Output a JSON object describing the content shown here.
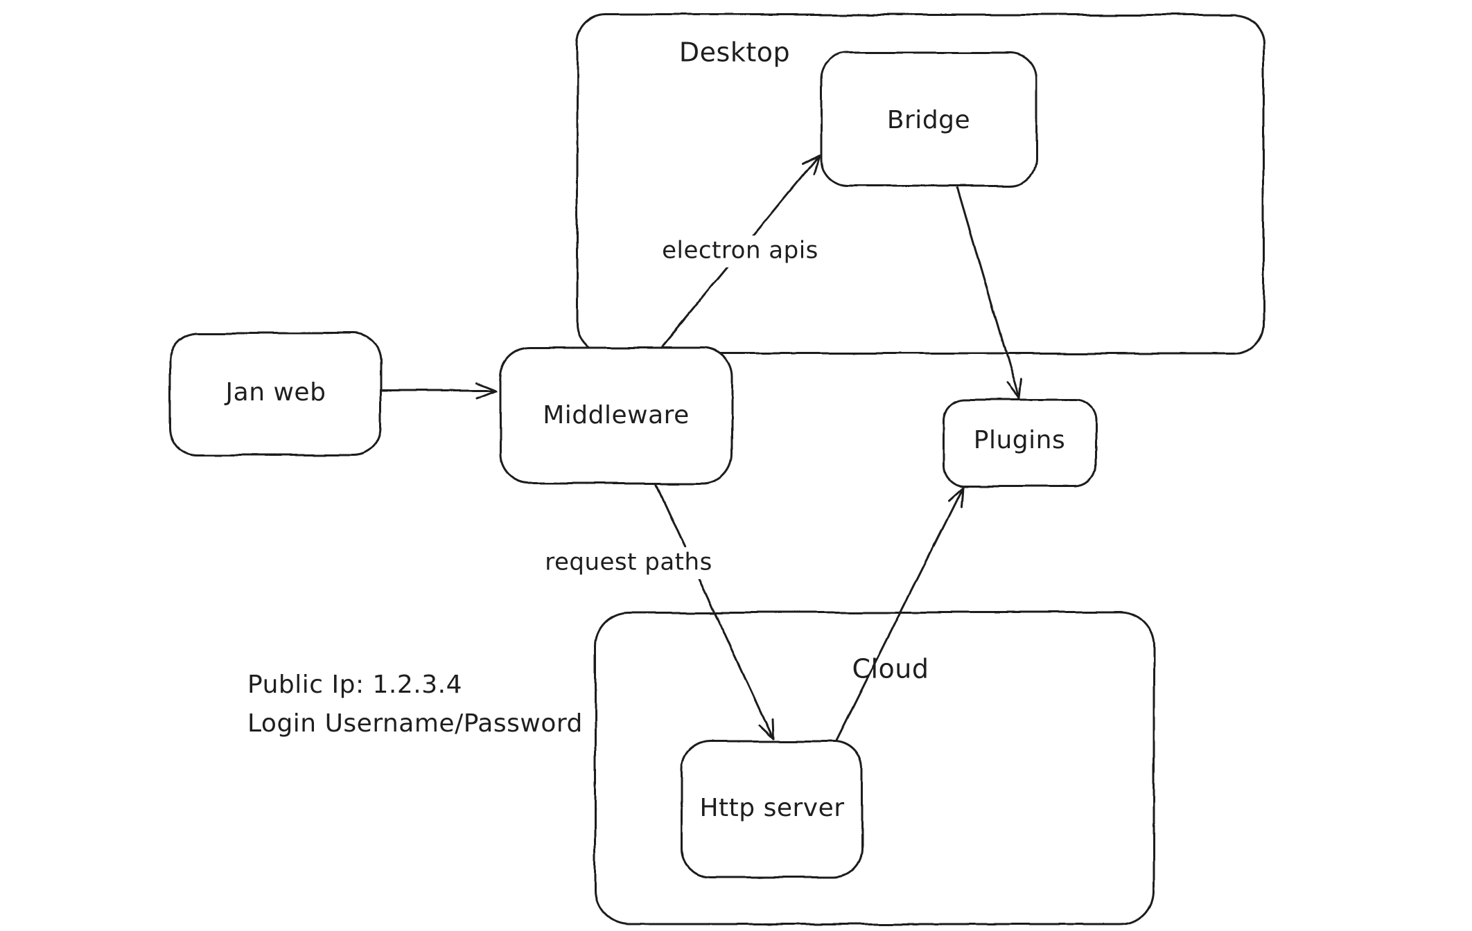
{
  "diagram": {
    "containers": {
      "desktop": {
        "label": "Desktop"
      },
      "cloud": {
        "label": "Cloud"
      }
    },
    "nodes": {
      "jan_web": {
        "label": "Jan web"
      },
      "middleware": {
        "label": "Middleware"
      },
      "bridge": {
        "label": "Bridge"
      },
      "plugins": {
        "label": "Plugins"
      },
      "http_server": {
        "label": "Http server"
      }
    },
    "edges": {
      "middleware_to_bridge": {
        "label": "electron apis"
      },
      "middleware_to_httpserver": {
        "label": "request paths"
      }
    },
    "annotations": {
      "public_ip": "Public Ip: 1.2.3.4",
      "login": "Login Username/Password"
    },
    "colors": {
      "stroke": "#1e1e1e",
      "background": "#ffffff"
    }
  }
}
